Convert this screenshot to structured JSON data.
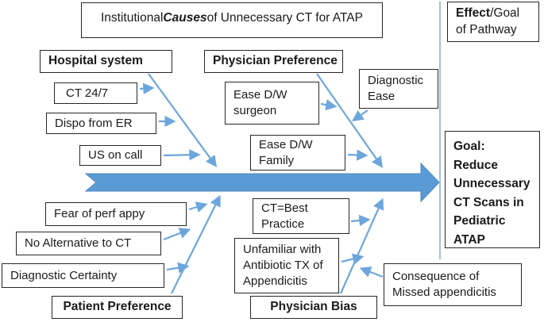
{
  "title": {
    "prefix": "Institutional ",
    "emphasis": "Causes",
    "suffix": " of Unnecessary CT for ATAP"
  },
  "effect": {
    "emphasis": "Effect",
    "rest": "/Goal",
    "line2": "of Pathway"
  },
  "goal": {
    "lines": [
      "Goal:",
      "Reduce",
      "Unnecessary",
      "CT Scans in",
      "Pediatric",
      "ATAP"
    ]
  },
  "categories": {
    "hospital_system": "Hospital system",
    "physician_preference": "Physician Preference",
    "patient_preference": "Patient Preference",
    "physician_bias": "Physician Bias"
  },
  "causes": {
    "ct_24_7": "CT 24/7",
    "dispo_from_er": "Dispo from ER",
    "us_on_call": "US on call",
    "ease_dw_surgeon": {
      "lines": [
        "Ease D/W",
        "surgeon"
      ]
    },
    "diagnostic_ease": {
      "lines": [
        "Diagnostic",
        "Ease"
      ]
    },
    "ease_dw_family": {
      "lines": [
        "Ease D/W",
        "Family"
      ]
    },
    "fear_of_perf_appy": "Fear of perf appy",
    "no_alternative_to_ct": "No Alternative to CT",
    "diagnostic_certainty": "Diagnostic Certainty",
    "ct_best_practice": {
      "lines": [
        "CT=Best",
        "Practice"
      ]
    },
    "unfamiliar_antibiotic_tx": {
      "lines": [
        "Unfamiliar with",
        "Antibiotic TX of",
        "Appendicitis"
      ]
    },
    "consequence_missed": {
      "lines": [
        "Consequence of",
        "Missed appendicitis"
      ]
    }
  },
  "colors": {
    "arrow_fill": "#5B9BD5",
    "arrow_stroke": "#4A86C5",
    "connector_blue": "#6CA6DD",
    "separator_blue": "#9CC2E5",
    "box_border": "#262626"
  }
}
